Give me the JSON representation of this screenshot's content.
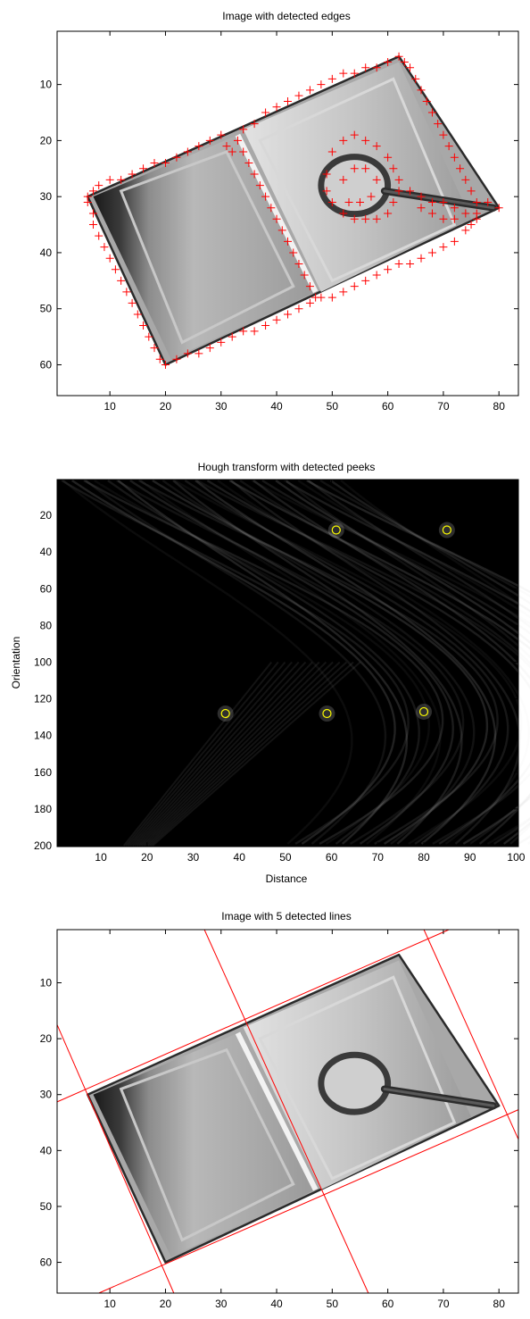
{
  "chart_data": [
    {
      "type": "image",
      "title": "Image with detected edges",
      "xlim": [
        0.5,
        83.5
      ],
      "ylim": [
        0.5,
        65.5
      ],
      "xticks": [
        10,
        20,
        30,
        40,
        50,
        60,
        70,
        80
      ],
      "yticks": [
        10,
        20,
        30,
        40,
        50,
        60
      ],
      "image": {
        "background": "#ffffff",
        "book_corners": [
          [
            6,
            30
          ],
          [
            62,
            5
          ],
          [
            80,
            32
          ],
          [
            20,
            60
          ]
        ],
        "spine_x": 33,
        "magnifier": {
          "cx": 54,
          "cy": 28,
          "rx": 6,
          "ry": 6
        }
      },
      "edge_markers": {
        "color": "#ff0000",
        "marker": "+",
        "points": [
          [
            6,
            30
          ],
          [
            7,
            29
          ],
          [
            8,
            28
          ],
          [
            10,
            27
          ],
          [
            12,
            27
          ],
          [
            14,
            26
          ],
          [
            16,
            25
          ],
          [
            18,
            24
          ],
          [
            20,
            24
          ],
          [
            22,
            23
          ],
          [
            24,
            22
          ],
          [
            26,
            21
          ],
          [
            28,
            20
          ],
          [
            30,
            19
          ],
          [
            31,
            21
          ],
          [
            32,
            22
          ],
          [
            34,
            18
          ],
          [
            36,
            17
          ],
          [
            38,
            15
          ],
          [
            40,
            14
          ],
          [
            42,
            13
          ],
          [
            44,
            12
          ],
          [
            46,
            11
          ],
          [
            48,
            10
          ],
          [
            50,
            9
          ],
          [
            52,
            8
          ],
          [
            54,
            8
          ],
          [
            56,
            7
          ],
          [
            58,
            7
          ],
          [
            60,
            6
          ],
          [
            62,
            5
          ],
          [
            63,
            6
          ],
          [
            64,
            7
          ],
          [
            65,
            9
          ],
          [
            66,
            11
          ],
          [
            67,
            13
          ],
          [
            68,
            15
          ],
          [
            69,
            17
          ],
          [
            70,
            19
          ],
          [
            71,
            21
          ],
          [
            72,
            23
          ],
          [
            73,
            25
          ],
          [
            74,
            27
          ],
          [
            75,
            29
          ],
          [
            76,
            31
          ],
          [
            78,
            31
          ],
          [
            80,
            32
          ],
          [
            76,
            33
          ],
          [
            75,
            35
          ],
          [
            74,
            36
          ],
          [
            72,
            38
          ],
          [
            70,
            39
          ],
          [
            68,
            40
          ],
          [
            66,
            41
          ],
          [
            64,
            42
          ],
          [
            62,
            42
          ],
          [
            60,
            43
          ],
          [
            58,
            44
          ],
          [
            56,
            45
          ],
          [
            54,
            46
          ],
          [
            52,
            47
          ],
          [
            50,
            48
          ],
          [
            48,
            48
          ],
          [
            46,
            49
          ],
          [
            44,
            50
          ],
          [
            42,
            51
          ],
          [
            40,
            52
          ],
          [
            38,
            53
          ],
          [
            36,
            54
          ],
          [
            34,
            54
          ],
          [
            32,
            55
          ],
          [
            30,
            56
          ],
          [
            28,
            57
          ],
          [
            26,
            58
          ],
          [
            24,
            58
          ],
          [
            22,
            59
          ],
          [
            20,
            60
          ],
          [
            19,
            59
          ],
          [
            18,
            57
          ],
          [
            17,
            55
          ],
          [
            16,
            53
          ],
          [
            15,
            51
          ],
          [
            14,
            49
          ],
          [
            13,
            47
          ],
          [
            12,
            45
          ],
          [
            11,
            43
          ],
          [
            10,
            41
          ],
          [
            9,
            39
          ],
          [
            8,
            37
          ],
          [
            7,
            35
          ],
          [
            7,
            33
          ],
          [
            6,
            31
          ],
          [
            33,
            20
          ],
          [
            34,
            22
          ],
          [
            35,
            24
          ],
          [
            36,
            26
          ],
          [
            37,
            28
          ],
          [
            38,
            30
          ],
          [
            39,
            32
          ],
          [
            40,
            34
          ],
          [
            41,
            36
          ],
          [
            42,
            38
          ],
          [
            43,
            40
          ],
          [
            44,
            42
          ],
          [
            45,
            44
          ],
          [
            46,
            46
          ],
          [
            47,
            48
          ],
          [
            50,
            22
          ],
          [
            52,
            20
          ],
          [
            54,
            19
          ],
          [
            56,
            20
          ],
          [
            58,
            21
          ],
          [
            60,
            23
          ],
          [
            61,
            25
          ],
          [
            62,
            27
          ],
          [
            62,
            29
          ],
          [
            61,
            31
          ],
          [
            60,
            33
          ],
          [
            58,
            34
          ],
          [
            56,
            34
          ],
          [
            54,
            34
          ],
          [
            52,
            33
          ],
          [
            50,
            31
          ],
          [
            49,
            29
          ],
          [
            49,
            26
          ],
          [
            52,
            27
          ],
          [
            54,
            25
          ],
          [
            56,
            25
          ],
          [
            58,
            27
          ],
          [
            57,
            30
          ],
          [
            55,
            31
          ],
          [
            53,
            31
          ],
          [
            64,
            29
          ],
          [
            66,
            30
          ],
          [
            68,
            31
          ],
          [
            70,
            31
          ],
          [
            72,
            32
          ],
          [
            74,
            33
          ],
          [
            76,
            34
          ],
          [
            66,
            32
          ],
          [
            68,
            33
          ],
          [
            70,
            34
          ],
          [
            72,
            34
          ]
        ]
      }
    },
    {
      "type": "heatmap",
      "title": "Hough transform with detected peeks",
      "xlabel": "Distance",
      "ylabel": "Orientation",
      "xlim": [
        0.5,
        100.5
      ],
      "ylim": [
        0.5,
        200.5
      ],
      "xticks": [
        10,
        20,
        30,
        40,
        50,
        60,
        70,
        80,
        90,
        100
      ],
      "yticks": [
        20,
        40,
        60,
        80,
        100,
        120,
        140,
        160,
        180,
        200
      ],
      "background": "#000000",
      "curve_color": "#d0d0d0",
      "peaks": {
        "color": "#ffff00",
        "points": [
          [
            61,
            28
          ],
          [
            85,
            28
          ],
          [
            37,
            128
          ],
          [
            59,
            128
          ],
          [
            80,
            127
          ]
        ]
      }
    },
    {
      "type": "image",
      "title": "Image with 5 detected lines",
      "xlim": [
        0.5,
        83.5
      ],
      "ylim": [
        0.5,
        65.5
      ],
      "xticks": [
        10,
        20,
        30,
        40,
        50,
        60,
        70,
        80
      ],
      "yticks": [
        10,
        20,
        30,
        40,
        50,
        60
      ],
      "line_color": "#ff0000",
      "lines": [
        {
          "from": [
            0.5,
            31.3
          ],
          "to": [
            71.0,
            0.5
          ]
        },
        {
          "from": [
            8.0,
            65.5
          ],
          "to": [
            83.5,
            32.7
          ]
        },
        {
          "from": [
            0.5,
            17.5
          ],
          "to": [
            21.5,
            65.5
          ]
        },
        {
          "from": [
            27.0,
            0.5
          ],
          "to": [
            56.5,
            65.5
          ]
        },
        {
          "from": [
            66.5,
            0.5
          ],
          "to": [
            83.5,
            38.0
          ]
        }
      ]
    }
  ]
}
